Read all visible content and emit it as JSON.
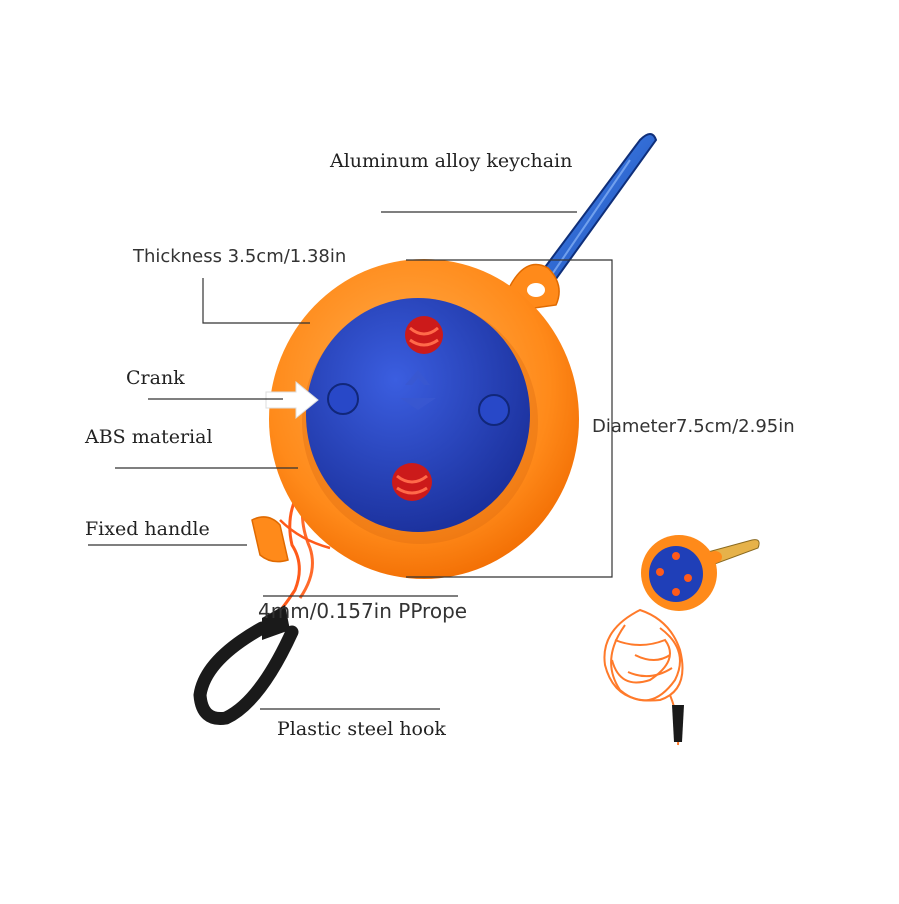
{
  "labels": {
    "keychain": "Aluminum alloy keychain",
    "thickness": "Thickness 3.5cm/1.38in",
    "crank": "Crank",
    "abs": "ABS material",
    "fixed_handle": "Fixed handle",
    "diameter": "Diameter7.5cm/2.95in",
    "rope": "4mm/0.157in PPrope",
    "hook": "Plastic steel hook"
  },
  "colors": {
    "orange": "#ff8a1a",
    "blue": "#1f3fb8",
    "carabiner": "#2a6fd6",
    "rope": "#ff5a1a",
    "hook": "#1a1a1a",
    "leader_line": "#333333"
  },
  "icons": {
    "crank_arrow": "right-arrow"
  }
}
